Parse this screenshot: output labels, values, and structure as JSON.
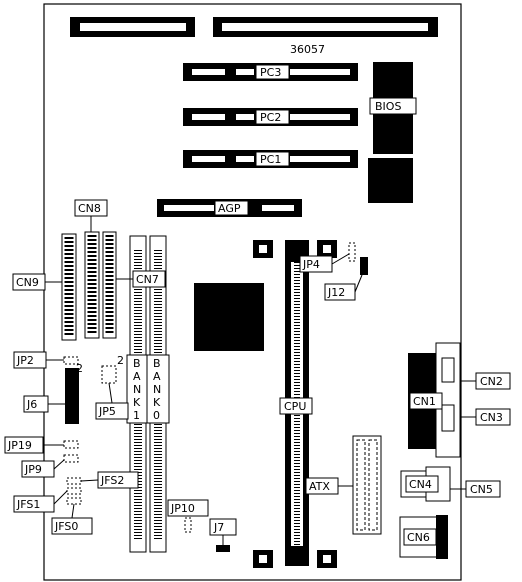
{
  "board_number": "36057",
  "slots": {
    "pci3": "PC3",
    "pci2": "PC2",
    "pci1": "PC1",
    "agp": "AGP"
  },
  "chips": {
    "bios": "BIOS",
    "cpu": "CPU",
    "atx": "ATX"
  },
  "memory": {
    "bank1": [
      "B",
      "A",
      "N",
      "K",
      "1"
    ],
    "bank0": [
      "B",
      "A",
      "N",
      "K",
      "0"
    ]
  },
  "connectors": {
    "cn1": "CN1",
    "cn2": "CN2",
    "cn3": "CN3",
    "cn4": "CN4",
    "cn5": "CN5",
    "cn6": "CN6",
    "cn7": "CN7",
    "cn8": "CN8",
    "cn9": "CN9"
  },
  "jumpers": {
    "jp2": "JP2",
    "jp4": "JP4",
    "jp5": "JP5",
    "jp9": "JP9",
    "jp10": "JP10",
    "jp19": "JP19",
    "j6": "J6",
    "j7": "J7",
    "j12": "J12",
    "jfs0": "JFS0",
    "jfs1": "JFS1",
    "jfs2": "JFS2"
  },
  "pin_marks": {
    "jp5_pin": "2",
    "j6_pin": "2"
  }
}
